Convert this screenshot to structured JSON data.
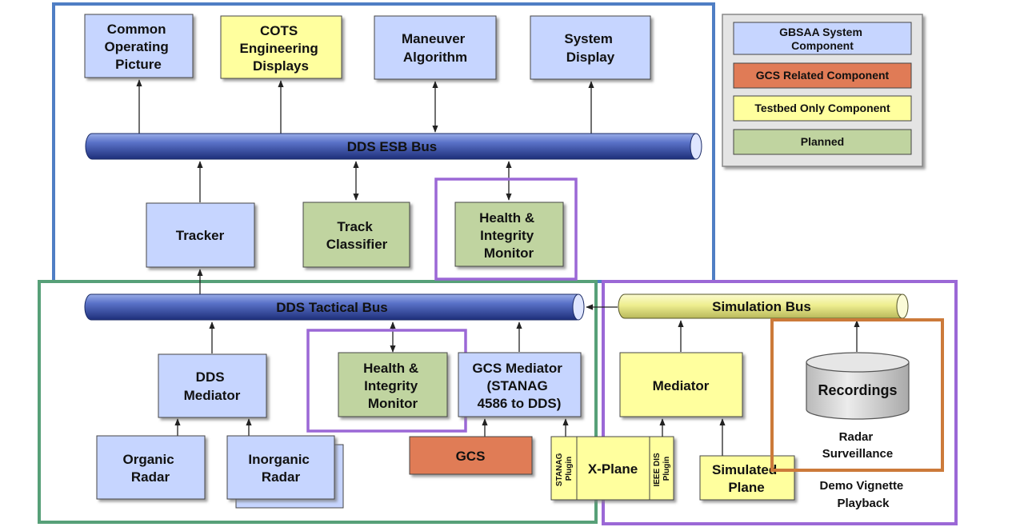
{
  "colors": {
    "gbsaa_component": "#c6d5ff",
    "gcs_component": "#e07b56",
    "testbed_component": "#ffff9e",
    "planned_component": "#c0d4a0",
    "bus_fill": "#3c55b4",
    "sim_bus_fill": "#f1f19a",
    "region_blue": "#4f7ec4",
    "region_green": "#57a078",
    "region_purple": "#9b68d6",
    "region_orange": "#cc7a3a"
  },
  "legend": {
    "items": [
      {
        "label": "GBSAA System Component",
        "lines": [
          "GBSAA System",
          "Component"
        ]
      },
      {
        "label": "GCS Related Component",
        "lines": [
          "GCS Related Component"
        ]
      },
      {
        "label": "Testbed Only Component",
        "lines": [
          "Testbed Only Component"
        ]
      },
      {
        "label": "Planned",
        "lines": [
          "Planned"
        ]
      }
    ]
  },
  "buses": {
    "esb": "DDS ESB Bus",
    "tactical": "DDS Tactical Bus",
    "simulation": "Simulation Bus"
  },
  "top_components": {
    "common_operating_picture": [
      "Common",
      "Operating",
      "Picture"
    ],
    "cots_engineering_displays": [
      "COTS",
      "Engineering",
      "Displays"
    ],
    "maneuver_algorithm": [
      "Maneuver",
      "Algorithm"
    ],
    "system_display": [
      "System",
      "Display"
    ]
  },
  "middle_components": {
    "tracker": [
      "Tracker"
    ],
    "track_classifier": [
      "Track",
      "Classifier"
    ],
    "health_monitor_upper": [
      "Health &",
      "Integrity",
      "Monitor"
    ]
  },
  "tactical_components": {
    "dds_mediator": [
      "DDS",
      "Mediator"
    ],
    "health_monitor_lower": [
      "Health &",
      "Integrity",
      "Monitor"
    ],
    "gcs_mediator": [
      "GCS Mediator",
      "(STANAG",
      "4586 to DDS)"
    ],
    "organic_radar": [
      "Organic",
      "Radar"
    ],
    "inorganic_radar": [
      "Inorganic",
      "Radar"
    ],
    "gcs": [
      "GCS"
    ]
  },
  "xplane": {
    "center": "X-Plane",
    "left_plugin": [
      "STANAG",
      "Plugin"
    ],
    "right_plugin": [
      "IEEE DIS",
      "Plugin"
    ]
  },
  "simulation": {
    "mediator": [
      "Mediator"
    ],
    "simulated_plane": [
      "Simulated",
      "Plane"
    ],
    "recordings": "Recordings",
    "radar_surveillance": [
      "Radar",
      "Surveillance"
    ],
    "demo_vignette": [
      "Demo Vignette",
      "Playback"
    ]
  }
}
